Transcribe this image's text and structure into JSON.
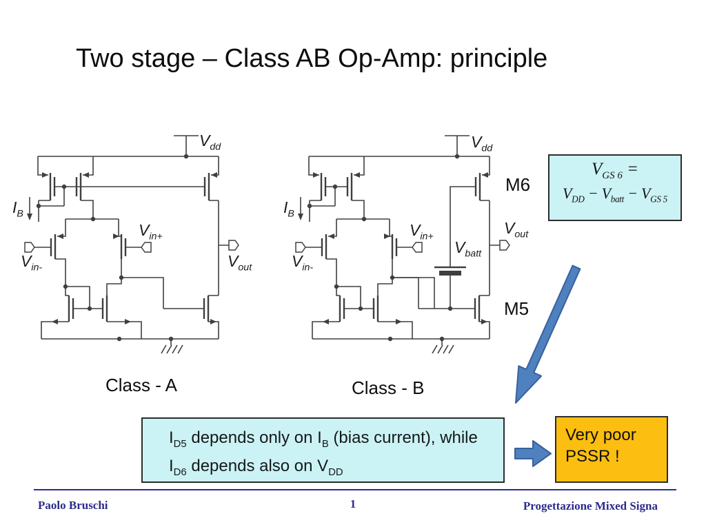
{
  "slide": {
    "title": "Two stage – Class AB Op-Amp: principle"
  },
  "colors": {
    "wire": "#3f3f3f",
    "cyan_fill": "#cbf3f5",
    "orange_fill": "#fcbe10",
    "arrow_fill": "#4e81bd",
    "arrow_stroke": "#38619e",
    "footer_navy": "#2b2b8c"
  },
  "circuit_left": {
    "caption": "Class - A",
    "labels": {
      "vdd": [
        {
          "t": "V"
        },
        {
          "s": "dd"
        }
      ],
      "ib": [
        {
          "t": "I"
        },
        {
          "s": "B"
        }
      ],
      "vin_minus": [
        {
          "t": "V"
        },
        {
          "s": "in-"
        }
      ],
      "vin_plus": [
        {
          "t": "V"
        },
        {
          "s": "in+"
        }
      ],
      "vout": [
        {
          "t": "V"
        },
        {
          "s": "out"
        }
      ]
    }
  },
  "circuit_right": {
    "caption": "Class - B",
    "labels": {
      "vdd": [
        {
          "t": "V"
        },
        {
          "s": "dd"
        }
      ],
      "ib": [
        {
          "t": "I"
        },
        {
          "s": "B"
        }
      ],
      "vin_minus": [
        {
          "t": "V"
        },
        {
          "s": "in-"
        }
      ],
      "vin_plus": [
        {
          "t": "V"
        },
        {
          "s": "in+"
        }
      ],
      "vout": [
        {
          "t": "V"
        },
        {
          "s": "out"
        }
      ],
      "vbatt": [
        {
          "t": "V"
        },
        {
          "s": "batt"
        }
      ],
      "m6": "M6",
      "m5": "M5"
    }
  },
  "formula_box": {
    "line1": [
      {
        "t": "V"
      },
      {
        "s": "GS 6"
      },
      {
        "t": " ="
      }
    ],
    "line2": [
      {
        "t": "V"
      },
      {
        "s": "DD"
      },
      {
        "t": " − "
      },
      {
        "t": "V"
      },
      {
        "s": "batt"
      },
      {
        "t": " − "
      },
      {
        "t": "V"
      },
      {
        "s": "GS 5"
      }
    ]
  },
  "note_box": {
    "line1": [
      {
        "t": "I"
      },
      {
        "s": "D5"
      },
      {
        "t": " depends only on I"
      },
      {
        "s": "B"
      },
      {
        "t": " (bias current), while"
      }
    ],
    "line2": [
      {
        "t": "I"
      },
      {
        "s": "D6"
      },
      {
        "t": " depends also on V"
      },
      {
        "s": "DD"
      }
    ]
  },
  "warning_box": {
    "line1": "Very poor",
    "line2": "PSSR !"
  },
  "footer": {
    "author": "Paolo Bruschi",
    "page": "1",
    "course": "Progettazione Mixed Signa"
  }
}
